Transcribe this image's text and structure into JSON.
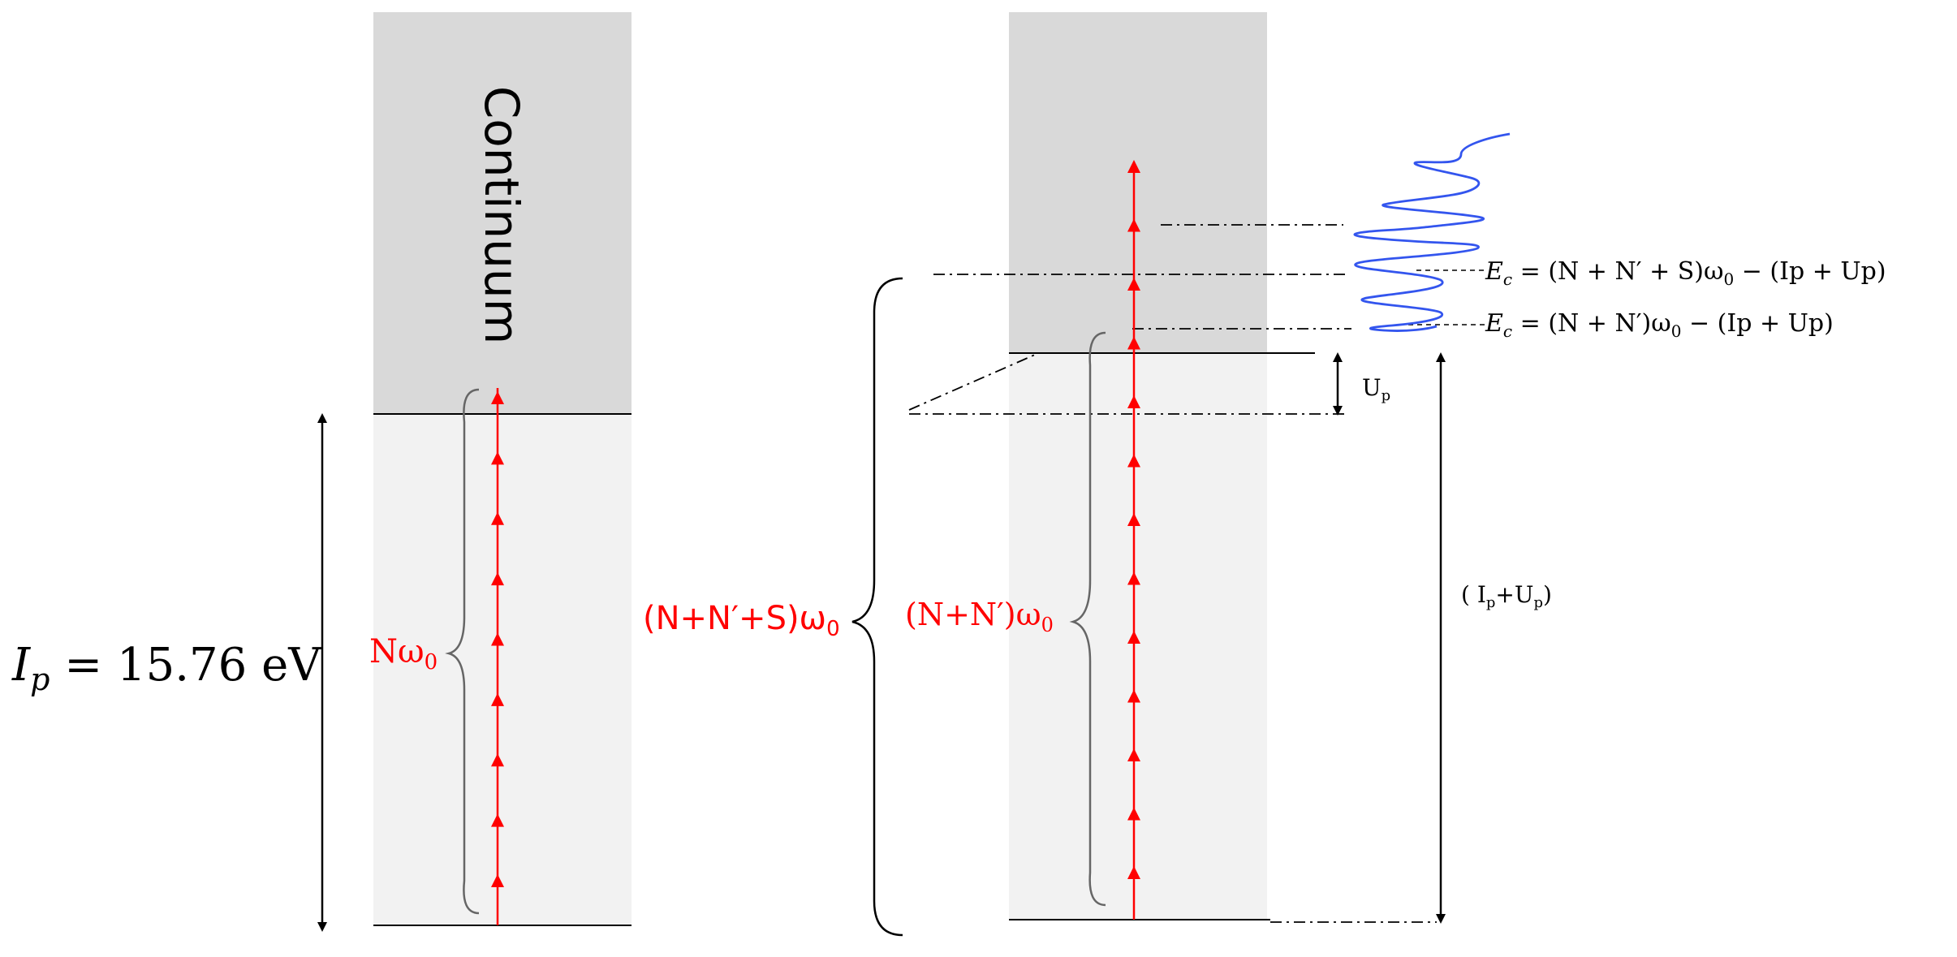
{
  "labels": {
    "continuum": "Continuum",
    "ionization_main": "I",
    "ionization_sub": "p",
    "ionization_value": " = 15.76 eV",
    "n_photons_main": "Nω",
    "n_photons_sub": "0",
    "total_photons_main": "(N+N′+S)ω",
    "total_photons_sub": "0",
    "threshold_photons_main": "(N+N′)ω",
    "threshold_photons_sub": "0",
    "ponderomotive_main": "U",
    "ponderomotive_sub": "p",
    "ip_up_open": "( I",
    "ip_up_sub1": "p",
    "ip_up_plus": "+U",
    "ip_up_sub2": "p",
    "ip_up_close": ")",
    "energy_upper_E": "E",
    "energy_upper_sub": "c",
    "energy_upper_expr": " = (N + N′ + S)ω",
    "energy_upper_sub0": "0",
    "energy_upper_tail": " − (Ip + Up)",
    "energy_lower_E": "E",
    "energy_lower_sub": "c",
    "energy_lower_expr": " = (N + N′)ω",
    "energy_lower_sub0": "0",
    "energy_lower_tail": " − (Ip + Up)"
  },
  "colors": {
    "continuum": "#d9d9d9",
    "bound_region": "#f2f2f2",
    "photon_arrow": "#ff0000",
    "label_red": "#ff0000",
    "spectrum": "#3355ee",
    "line": "#000000",
    "brace": "#666666"
  },
  "photon_counts": {
    "left_column": 9,
    "right_column": 13
  }
}
